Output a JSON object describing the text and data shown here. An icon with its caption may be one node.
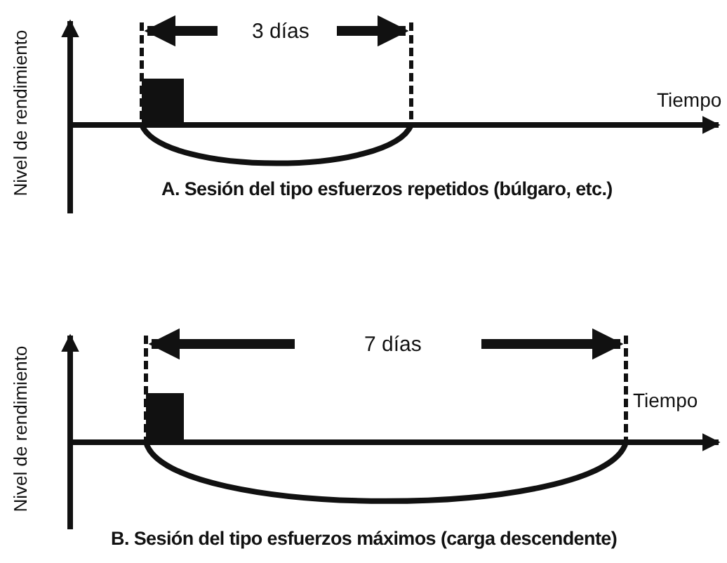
{
  "diagram": {
    "labels": [
      "3 días",
      "Nivel de rendimiento",
      "Tiempo",
      "A. Sesión del tipo esfuerzos repetidos (búlgaro, etc.)",
      "7 días",
      "Nivel de rendimiento",
      "Tiempo",
      "B. Sesión del tipo esfuerzos máximos (carga descendente)"
    ]
  }
}
